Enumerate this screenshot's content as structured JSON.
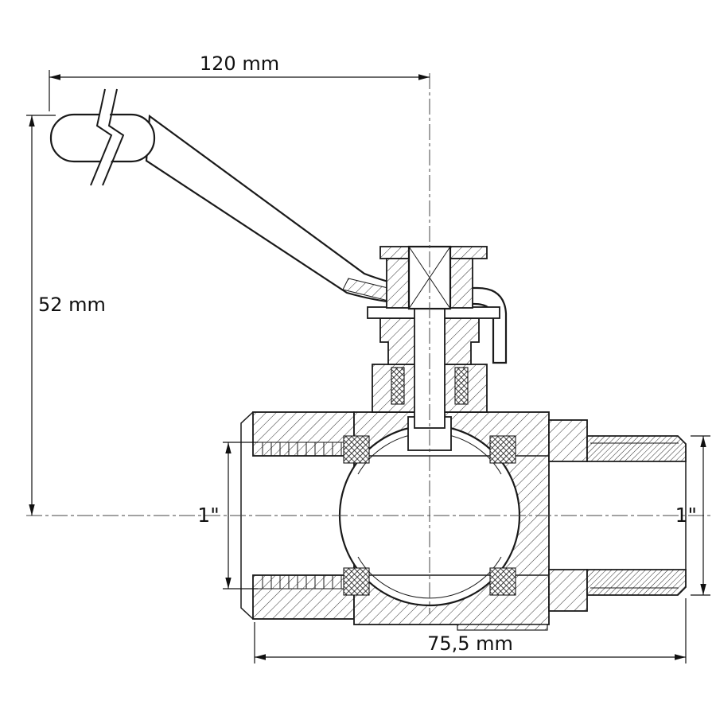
{
  "page": {
    "background_color": "#ffffff",
    "line_color": "#1a1a1a"
  },
  "drawing": {
    "subject": "ball-valve-cross-section",
    "dimensions": {
      "handle_length": "120 mm",
      "handle_height": "52 mm",
      "left_port_size": "1\"",
      "right_port_size": "1\"",
      "body_length": "75,5 mm"
    }
  }
}
